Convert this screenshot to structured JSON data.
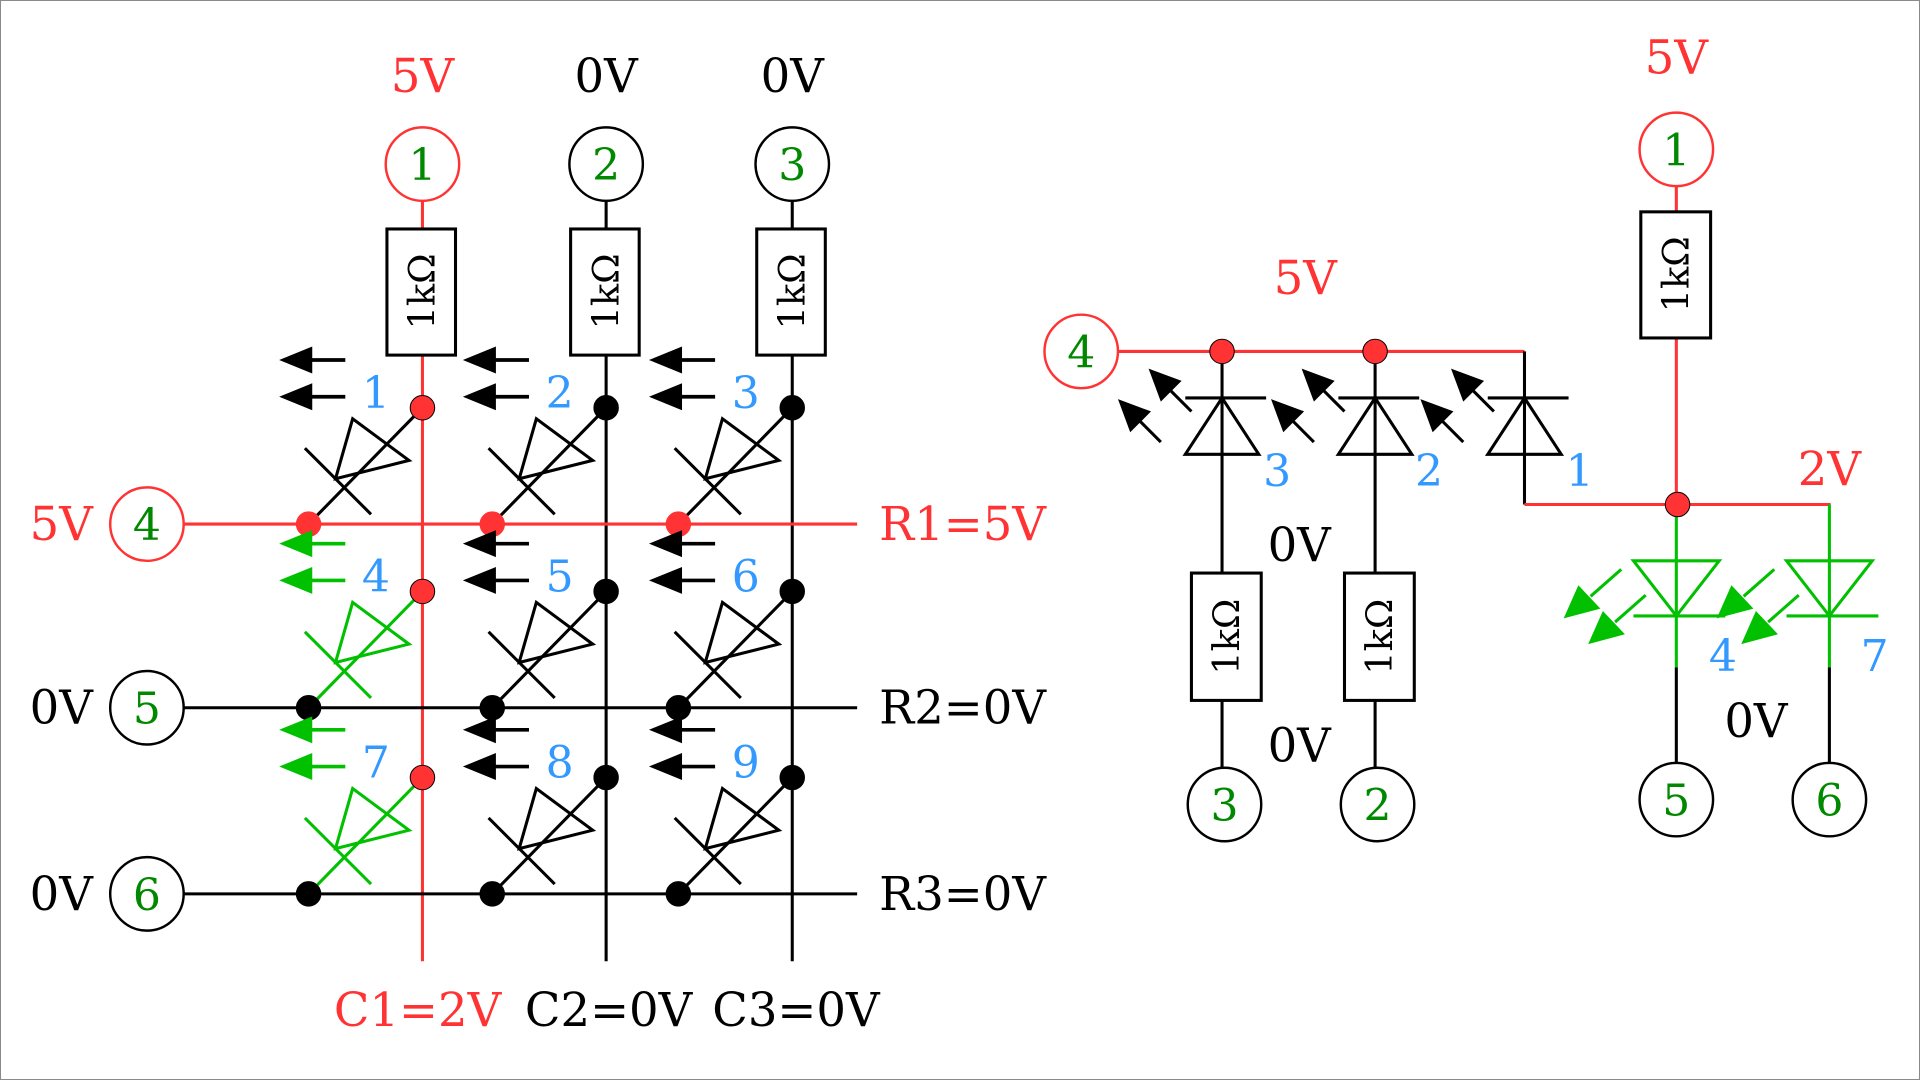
{
  "colors": {
    "active": "#ff3333",
    "wire": "#000000",
    "lit": "#00c000",
    "pin_number": "#008800",
    "led_number": "#3399ff"
  },
  "left_matrix": {
    "columns": [
      {
        "pin": "1",
        "top_voltage": "5V",
        "bottom_label": "C1=2V",
        "active": true,
        "resistor": "1kΩ"
      },
      {
        "pin": "2",
        "top_voltage": "0V",
        "bottom_label": "C2=0V",
        "active": false,
        "resistor": "1kΩ"
      },
      {
        "pin": "3",
        "top_voltage": "0V",
        "bottom_label": "C3=0V",
        "active": false,
        "resistor": "1kΩ"
      }
    ],
    "rows": [
      {
        "pin": "4",
        "left_voltage": "5V",
        "right_label": "R1=5V",
        "active": true
      },
      {
        "pin": "5",
        "left_voltage": "0V",
        "right_label": "R2=0V",
        "active": false
      },
      {
        "pin": "6",
        "left_voltage": "0V",
        "right_label": "R3=0V",
        "active": false
      }
    ],
    "leds": [
      {
        "label": "1",
        "row": 0,
        "col": 0,
        "lit": false
      },
      {
        "label": "2",
        "row": 0,
        "col": 1,
        "lit": false
      },
      {
        "label": "3",
        "row": 0,
        "col": 2,
        "lit": false
      },
      {
        "label": "4",
        "row": 1,
        "col": 0,
        "lit": true
      },
      {
        "label": "5",
        "row": 1,
        "col": 1,
        "lit": false
      },
      {
        "label": "6",
        "row": 1,
        "col": 2,
        "lit": false
      },
      {
        "label": "7",
        "row": 2,
        "col": 0,
        "lit": true
      },
      {
        "label": "8",
        "row": 2,
        "col": 1,
        "lit": false
      },
      {
        "label": "9",
        "row": 2,
        "col": 2,
        "lit": false
      }
    ]
  },
  "right_schematic": {
    "pin4": {
      "pin": "4",
      "voltage": "5V"
    },
    "row_leds": [
      {
        "label": "3",
        "resistor": "1kΩ",
        "pin": "3",
        "has_resistor": true
      },
      {
        "label": "2",
        "resistor": "1kΩ",
        "pin": "2",
        "has_resistor": true
      },
      {
        "label": "1",
        "has_resistor": false
      }
    ],
    "row_leds_voltage_mid": "0V",
    "row_leds_voltage_bottom": "0V",
    "pin1": {
      "pin": "1",
      "voltage": "5V",
      "resistor": "1kΩ"
    },
    "node_voltage": "2V",
    "lit_leds": [
      {
        "label": "4",
        "pin": "5"
      },
      {
        "label": "7",
        "pin": "6"
      }
    ],
    "lit_leds_voltage": "0V"
  }
}
